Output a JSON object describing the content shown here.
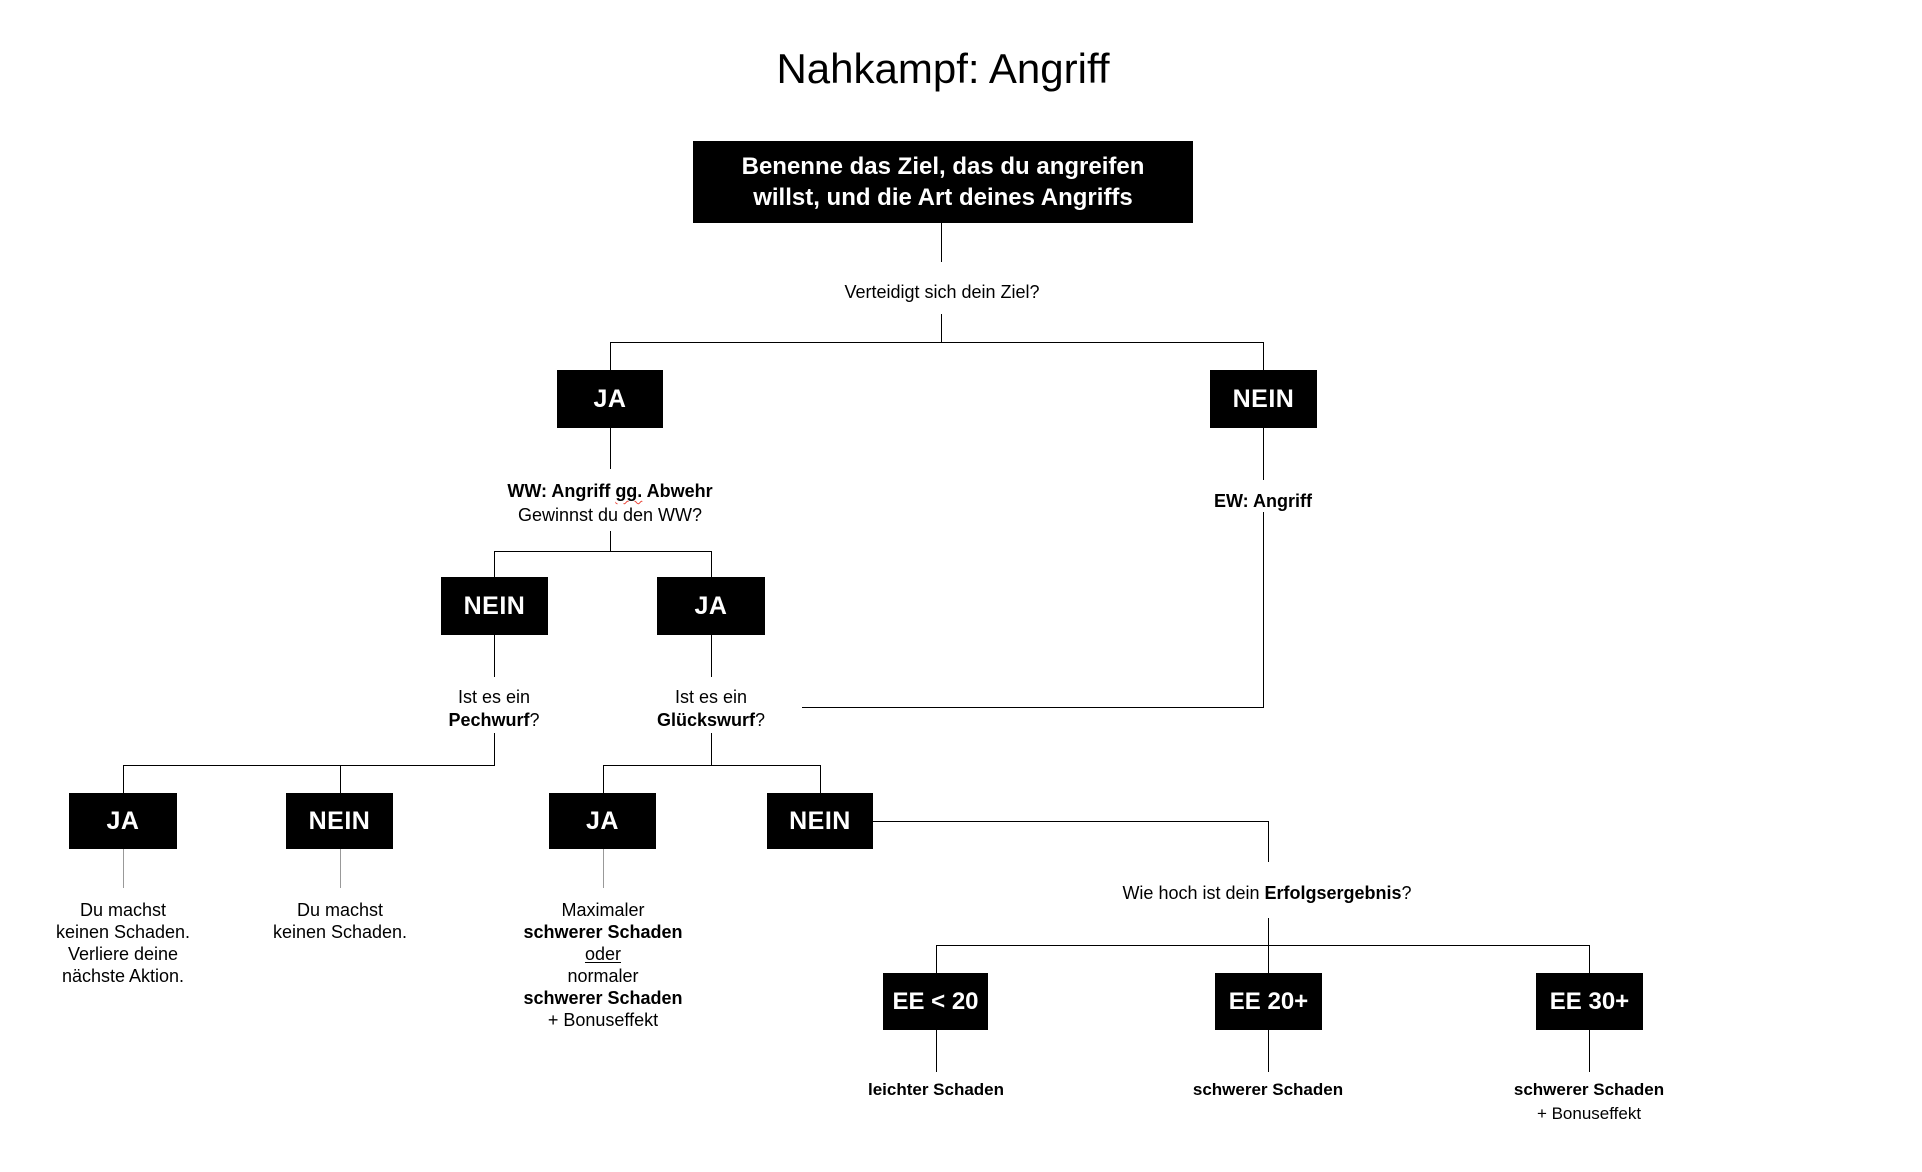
{
  "title": "Nahkampf: Angriff",
  "colors": {
    "box_bg": "#000000",
    "box_text": "#ffffff",
    "line": "#000000",
    "result_line": "#999999",
    "spellcheck_squiggle": "#e94335"
  },
  "start_box": {
    "line1": "Benenne das Ziel, das du angreifen",
    "line2": "willst, und die Art deines Angriffs"
  },
  "decision_labels": {
    "yes": "JA",
    "no": "NEIN"
  },
  "questions": {
    "defend": "Verteidigt sich dein Ziel?",
    "ww": {
      "b1": "WW: Angriff ",
      "misspelled": "gg.",
      "b2": " Abwehr",
      "line2": "Gewinnst du den WW?"
    },
    "ew": "EW: Angriff",
    "pechwurf": {
      "line1": "Ist es ein",
      "word": "Pechwurf",
      "qmark": "?"
    },
    "glueckswurf": {
      "line1": "Ist es ein",
      "word": "Glückswurf",
      "qmark": "?"
    },
    "erfolg": {
      "prefix": "Wie hoch ist dein ",
      "bold": "Erfolgsergebnis",
      "suffix": "?"
    }
  },
  "ee_boxes": {
    "lt20": "EE < 20",
    "p20": "EE 20+",
    "p30": "EE 30+"
  },
  "results": {
    "pech_ja": [
      "Du machst",
      "keinen Schaden.",
      "Verliere deine",
      "nächste Aktion."
    ],
    "pech_nein": [
      "Du machst",
      "keinen Schaden."
    ],
    "glueck_ja": {
      "l1": "Maximaler",
      "l2": "schwerer Schaden",
      "l3": "oder",
      "l4": "normaler",
      "l5": "schwerer Schaden",
      "l6": "+ Bonuseffekt"
    },
    "ee_lt20": "leichter Schaden",
    "ee_20": "schwerer Schaden",
    "ee_30": {
      "line1": "schwerer Schaden",
      "line2": "+ Bonuseffekt"
    }
  }
}
